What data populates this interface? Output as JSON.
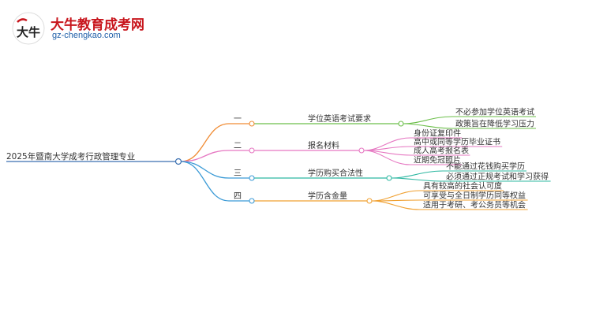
{
  "brand": {
    "logo_glyph": "大牛",
    "name": "大牛教育成考网",
    "url": "gz-chengkao.com",
    "colors": {
      "red": "#c8161d",
      "blue": "#1f5fa8"
    }
  },
  "mindmap": {
    "root": "2025年暨南大学成考行政管理专业",
    "branches": [
      {
        "num": "一",
        "label": "学位英语考试要求",
        "color": "#6cbf4a",
        "children": [
          "不必参加学位英语考试",
          "政策旨在降低学习压力"
        ]
      },
      {
        "num": "二",
        "label": "报名材料",
        "color": "#e678c2",
        "children": [
          "身份证复印件",
          "高中或同等学历毕业证书",
          "成人高考报名表",
          "近期免冠照片"
        ]
      },
      {
        "num": "三",
        "label": "学历购买合法性",
        "color": "#2fb8a2",
        "children": [
          "不能通过花钱购买学历",
          "必须通过正规考试和学习获得"
        ]
      },
      {
        "num": "四",
        "label": "学历含金量",
        "color": "#f0a030",
        "children": [
          "具有较高的社会认可度",
          "可享受与全日制学历同等权益",
          "适用于考研、考公务员等机会"
        ]
      }
    ]
  }
}
